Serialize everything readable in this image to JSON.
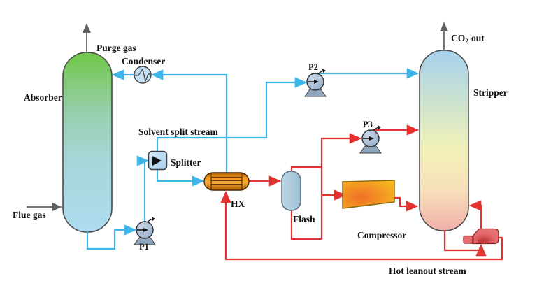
{
  "diagram": {
    "kind": "process-flow-diagram",
    "labels": {
      "absorber": "Absorber",
      "purge_gas": "Purge gas",
      "condenser": "Condenser",
      "flue_gas": "Flue gas",
      "p1": "P1",
      "p2": "P2",
      "p3": "P3",
      "splitter": "Splitter",
      "solvent_split_stream": "Solvent split stream",
      "hx": "HX",
      "flash": "Flash",
      "compressor": "Compressor",
      "stripper": "Stripper",
      "co2_out": {
        "pre": "CO",
        "sub": "2",
        "post": "out"
      },
      "hot_leanout_stream": "Hot leanout stream"
    },
    "icons": [
      "absorber-column-icon",
      "stripper-column-icon",
      "condenser-icon",
      "splitter-icon",
      "pump-icon-p1",
      "pump-icon-p2",
      "pump-icon-p3",
      "heat-exchanger-icon",
      "flash-drum-icon",
      "compressor-icon",
      "reboiler-icon"
    ],
    "colors": {
      "cold_stream_blue": "#3db5e8",
      "hot_stream_red": "#e33331",
      "vent_arrow_gray": "#5f5f5f",
      "absorber_top_green": "#70c747",
      "absorber_bottom_blue": "#aedcf0",
      "stripper_top_blue": "#a6d1ec",
      "stripper_mid_yellow": "#f2f1b8",
      "stripper_bottom_pink": "#f1b1aa",
      "hx_orange": "#f0981a",
      "compressor_orange": "#f07028",
      "flash_blue": "#a8c6d8",
      "pump_steel_blue": "#98aecb",
      "condenser_light_blue": "#c6dff4",
      "splitter_light_blue": "#b9dcf3",
      "reboiler_red": "#e66a6e"
    }
  }
}
